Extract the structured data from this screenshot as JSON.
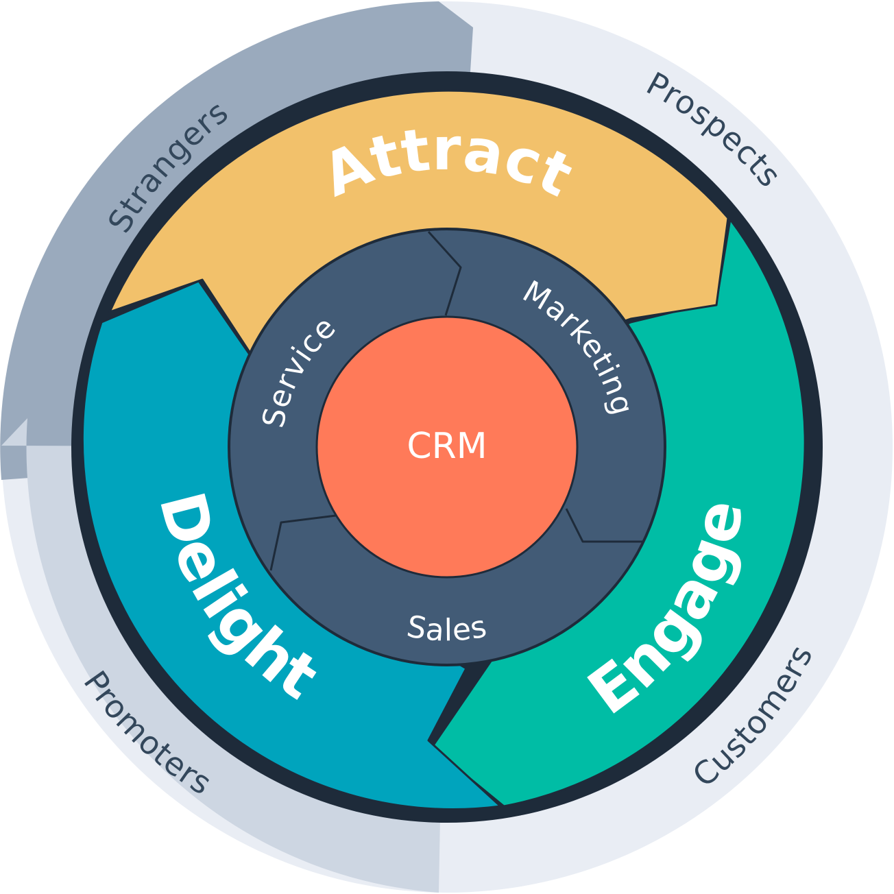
{
  "outer_ring": {
    "strangers": "Strangers",
    "prospects": "Prospects",
    "customers": "Customers",
    "promoters": "Promoters"
  },
  "stages": {
    "attract": "Attract",
    "engage": "Engage",
    "delight": "Delight"
  },
  "teams": {
    "marketing": "Marketing",
    "sales": "Sales",
    "service": "Service"
  },
  "center": {
    "label": "CRM"
  },
  "colors": {
    "outer_dark": "#9AAABD",
    "outer_mid": "#CDD6E2",
    "outer_light": "#E9EDF4",
    "outer_text": "#33475B",
    "outline": "#1E2B3A",
    "attract": "#F2C16B",
    "engage": "#00BDA5",
    "delight": "#00A4BD",
    "inner_ring": "#425B76",
    "crm": "#FF7A59",
    "light_text": "#FFFFFF"
  }
}
